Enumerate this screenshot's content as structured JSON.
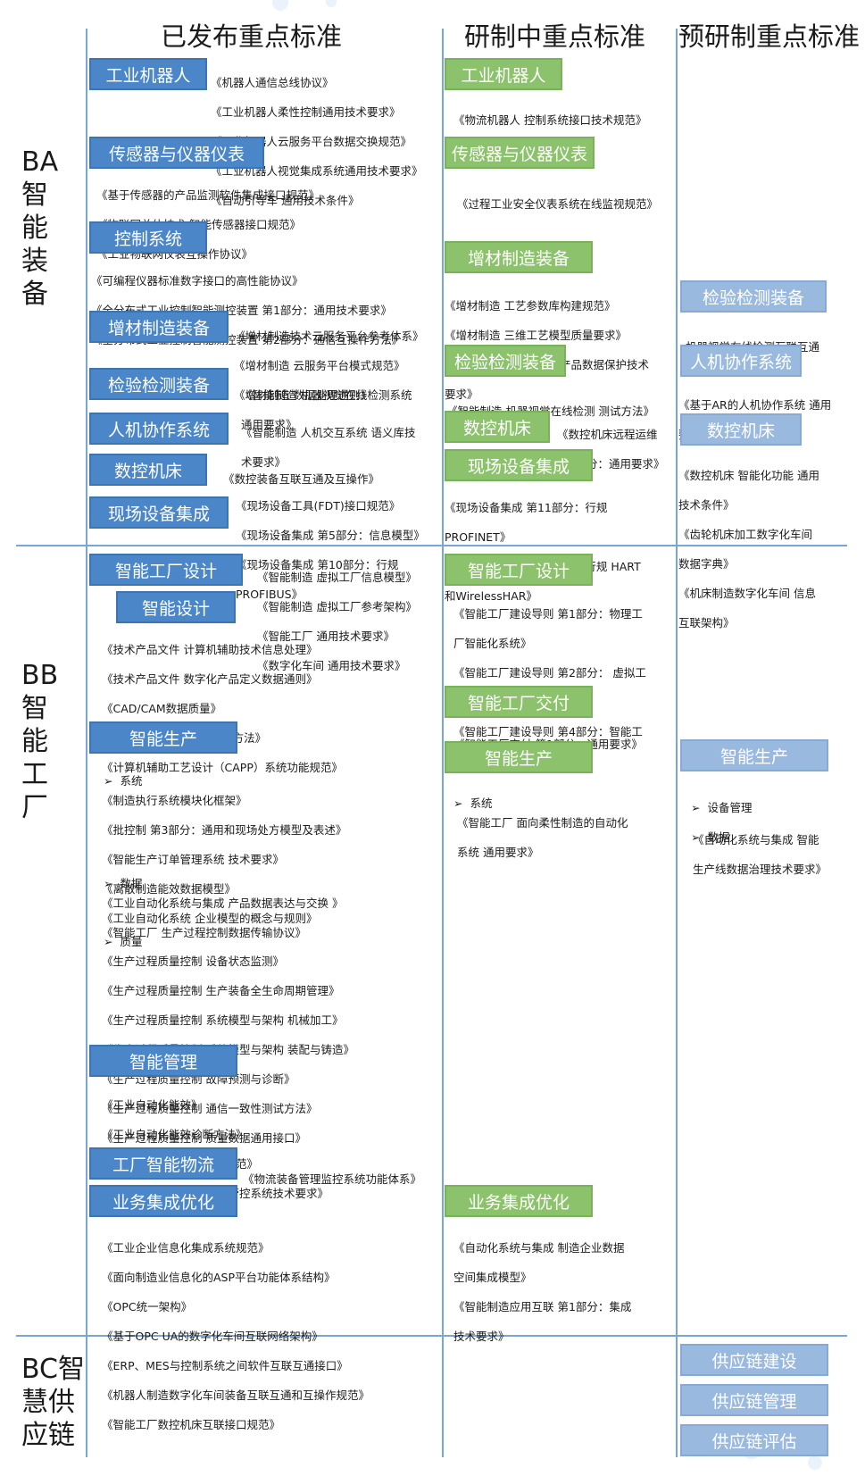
{
  "column_headers": {
    "published": "已发布重点标准",
    "developing": "研制中重点标准",
    "pre_research": "预研制重点标准"
  },
  "row_labels": {
    "ba": [
      "BA",
      "智",
      "能",
      "装",
      "备"
    ],
    "bb": [
      "BB",
      "智",
      "能",
      "工",
      "厂"
    ],
    "bc": [
      "BC智",
      "慧供",
      "应链"
    ]
  },
  "ba_published": {
    "robot": {
      "label": "工业机器人",
      "items": [
        "《机器人通信总线协议》",
        "《工业机器人柔性控制通用技术要求》",
        "《工业机器人云服务平台数据交换规范》",
        "《工业机器人视觉集成系统通用技术要求》",
        "《自动引导车 通用技术条件》"
      ]
    },
    "sensor": {
      "label": "传感器与仪器仪表",
      "items": [
        "《基于传感器的产品监测软件集成接口规范》",
        "《物联网总体技术 智能传感器接口规范》",
        "《工业物联网仪表互操作协议》"
      ]
    },
    "control": {
      "label": "控制系统",
      "items": [
        "《可编程仪器标准数字接口的高性能协议》",
        "《全分布式工业控制智能测控装置 第1部分：通用技术要求》",
        "《全分布式工业控制智能测控装置 第2部分：通信互操作方法》"
      ]
    },
    "additive": {
      "label": "增材制造装备",
      "items": [
        "《增材制造技术云服务平台参考体系》",
        "《增材制造 云服务平台模式规范》",
        "《增材制造 数据处理通则》"
      ]
    },
    "inspection": {
      "label": "检验检测装备",
      "items": [
        "《智能制造 机器视觉在线检测系统",
        "通用要求》"
      ]
    },
    "hci": {
      "label": "人机协作系统",
      "items": [
        "《智能制造 人机交互系统 语义库技",
        "术要求》"
      ]
    },
    "cnc": {
      "label": "数控机床",
      "items": [
        "《数控装备互联互通及互操作》"
      ]
    },
    "field": {
      "label": "现场设备集成",
      "items": [
        "《现场设备工具(FDT)接口规范》",
        "《现场设备集成 第5部分：信息模型》",
        "《现场设备集成 第10部分：行规",
        "PROFIBUS》"
      ]
    }
  },
  "ba_developing": {
    "robot": {
      "label": "工业机器人",
      "items": [
        "《物流机器人 控制系统接口技术规范》"
      ]
    },
    "sensor": {
      "label": "传感器与仪器仪表",
      "items": [
        "《过程工业安全仪表系统在线监视规范》"
      ]
    },
    "additive": {
      "label": "增材制造装备",
      "items": [
        "《增材制造 工艺参数库构建规范》",
        "《增材制造 三维工艺模型质量要求》",
        "《增材制造 云服务平台产品数据保护技术",
        "要求》"
      ]
    },
    "inspection": {
      "label": "检验检测装备",
      "items": [
        "《智能制造 机器视觉在线检测 测试方法》"
      ]
    },
    "cnc": {
      "label": "数控机床",
      "items": [
        "《数控机床远程运维",
        "第1部分：通用要求》"
      ]
    },
    "field": {
      "label": "现场设备集成",
      "items": [
        "《现场设备集成 第11部分：行规",
        "PROFINET》",
        "《现场设备集成 第12部分：行规 HART",
        "和WirelessHAR》"
      ]
    }
  },
  "ba_pre": {
    "inspection": {
      "label": "检验检测装备",
      "items": [
        "机器视觉在线检测互联互通"
      ]
    },
    "hci": {
      "label": "人机协作系统",
      "items": [
        "《基于AR的人机协作系统 通用",
        "要求》"
      ]
    },
    "cnc": {
      "label": "数控机床",
      "items": [
        "《数控机床 智能化功能 通用",
        "技术条件》",
        "《齿轮机床加工数字化车间",
        "数据字典》",
        "《机床制造数字化车间 信息",
        "互联架构》"
      ]
    }
  },
  "bb_published": {
    "factory_design": {
      "label": "智能工厂设计",
      "items": [
        "《智能制造 虚拟工厂信息模型》",
        "《智能制造 虚拟工厂参考架构》",
        "《智能工厂 通用技术要求》",
        "《数字化车间 通用技术要求》"
      ]
    },
    "design": {
      "label": "智能设计",
      "items": [
        "《技术产品文件 计算机辅助技术信息处理》",
        "《技术产品文件 数字化产品定义数据通则》",
        "《CAD/CAM数据质量》",
        "《CAD/CAM数据质量保证方法》",
        "《计算机辅助工艺设计（CAPP）系统功能规范》"
      ]
    },
    "production": {
      "label": "智能生产",
      "sub_system": "系统",
      "system_items": [
        "《制造执行系统模块化框架》",
        "《批控制 第3部分：通用和现场处方模型及表述》",
        "《智能生产订单管理系统 技术要求》",
        "《离散制造能效数据模型》",
        "《工业自动化系统 企业模型的概念与规则》"
      ],
      "sub_data": "数据",
      "data_items": [
        "《工业自动化系统与集成 产品数据表达与交换 》",
        "《智能工厂 生产过程控制数据传输协议》"
      ],
      "sub_quality": "质量",
      "quality_items": [
        "《生产过程质量控制 设备状态监测》",
        "《生产过程质量控制 生产装备全生命周期管理》",
        "《生产过程质量控制 系统模型与架构 机械加工》",
        "《生产过程质量控制 系统模型与架构 装配与铸造》",
        "《生产过程质量控制 故障预测与诊断》",
        "《生产过程质量控制 通信一致性测试方法》",
        "《生产过程质量控制 质量数据通用接口》"
      ]
    },
    "management": {
      "label": "智能管理",
      "items": [
        "《工业自动化能效》",
        "《工业自动化能效诊断方法》",
        "《流程生产能效计量技术规范》",
        "《智能工厂 过程工业能源管控系统技术要求》"
      ]
    },
    "logistics": {
      "label": "工厂智能物流",
      "items": [
        "《物流装备管理监控系统功能体系》"
      ]
    },
    "integration": {
      "label": "业务集成优化",
      "items": [
        "《工业企业信息化集成系统规范》",
        "《面向制造业信息化的ASP平台功能体系结构》",
        "《OPC统一架构》",
        "《基于OPC UA的数字化车间互联网络架构》",
        "《ERP、MES与控制系统之间软件互联互通接口》",
        "《机器人制造数字化车间装备互联互通和互操作规范》",
        "《智能工厂数控机床互联接口规范》"
      ]
    }
  },
  "bb_developing": {
    "factory_design": {
      "label": "智能工厂设计",
      "items": [
        "《智能工厂建设导则 第1部分：物理工",
        "厂智能化系统》",
        "《智能工厂建设导则 第2部分： 虚拟工",
        "厂建设要求》",
        "《智能工厂建设导则 第4部分：智能工",
        "厂设计文件深度要求》"
      ]
    },
    "delivery": {
      "label": "智能工厂交付",
      "items": [
        "《智能工厂交付 第1部分：通用要求》"
      ]
    },
    "production": {
      "label": "智能生产",
      "sub_system": "系统",
      "items": [
        "《智能工厂 面向柔性制造的自动化",
        "系统 通用要求》"
      ]
    },
    "integration": {
      "label": "业务集成优化",
      "items": [
        "《自动化系统与集成 制造企业数据",
        "空间集成模型》",
        "《智能制造应用互联 第1部分：集成",
        "技术要求》"
      ]
    }
  },
  "bb_pre": {
    "production": {
      "label": "智能生产",
      "sub_equipment": "设备管理",
      "sub_data": "数据",
      "items": [
        "《自动化系统与集成 智能",
        "生产线数据治理技术要求》"
      ]
    }
  },
  "bc_pre": {
    "build": "供应链建设",
    "manage": "供应链管理",
    "evaluate": "供应链评估"
  },
  "bullet_glyph": "➢",
  "colors": {
    "published_box": "#4a86c8",
    "developing_box": "#8cc26c",
    "pre_research_box": "#9ab9df",
    "grid_line": "#7aa6d6"
  }
}
